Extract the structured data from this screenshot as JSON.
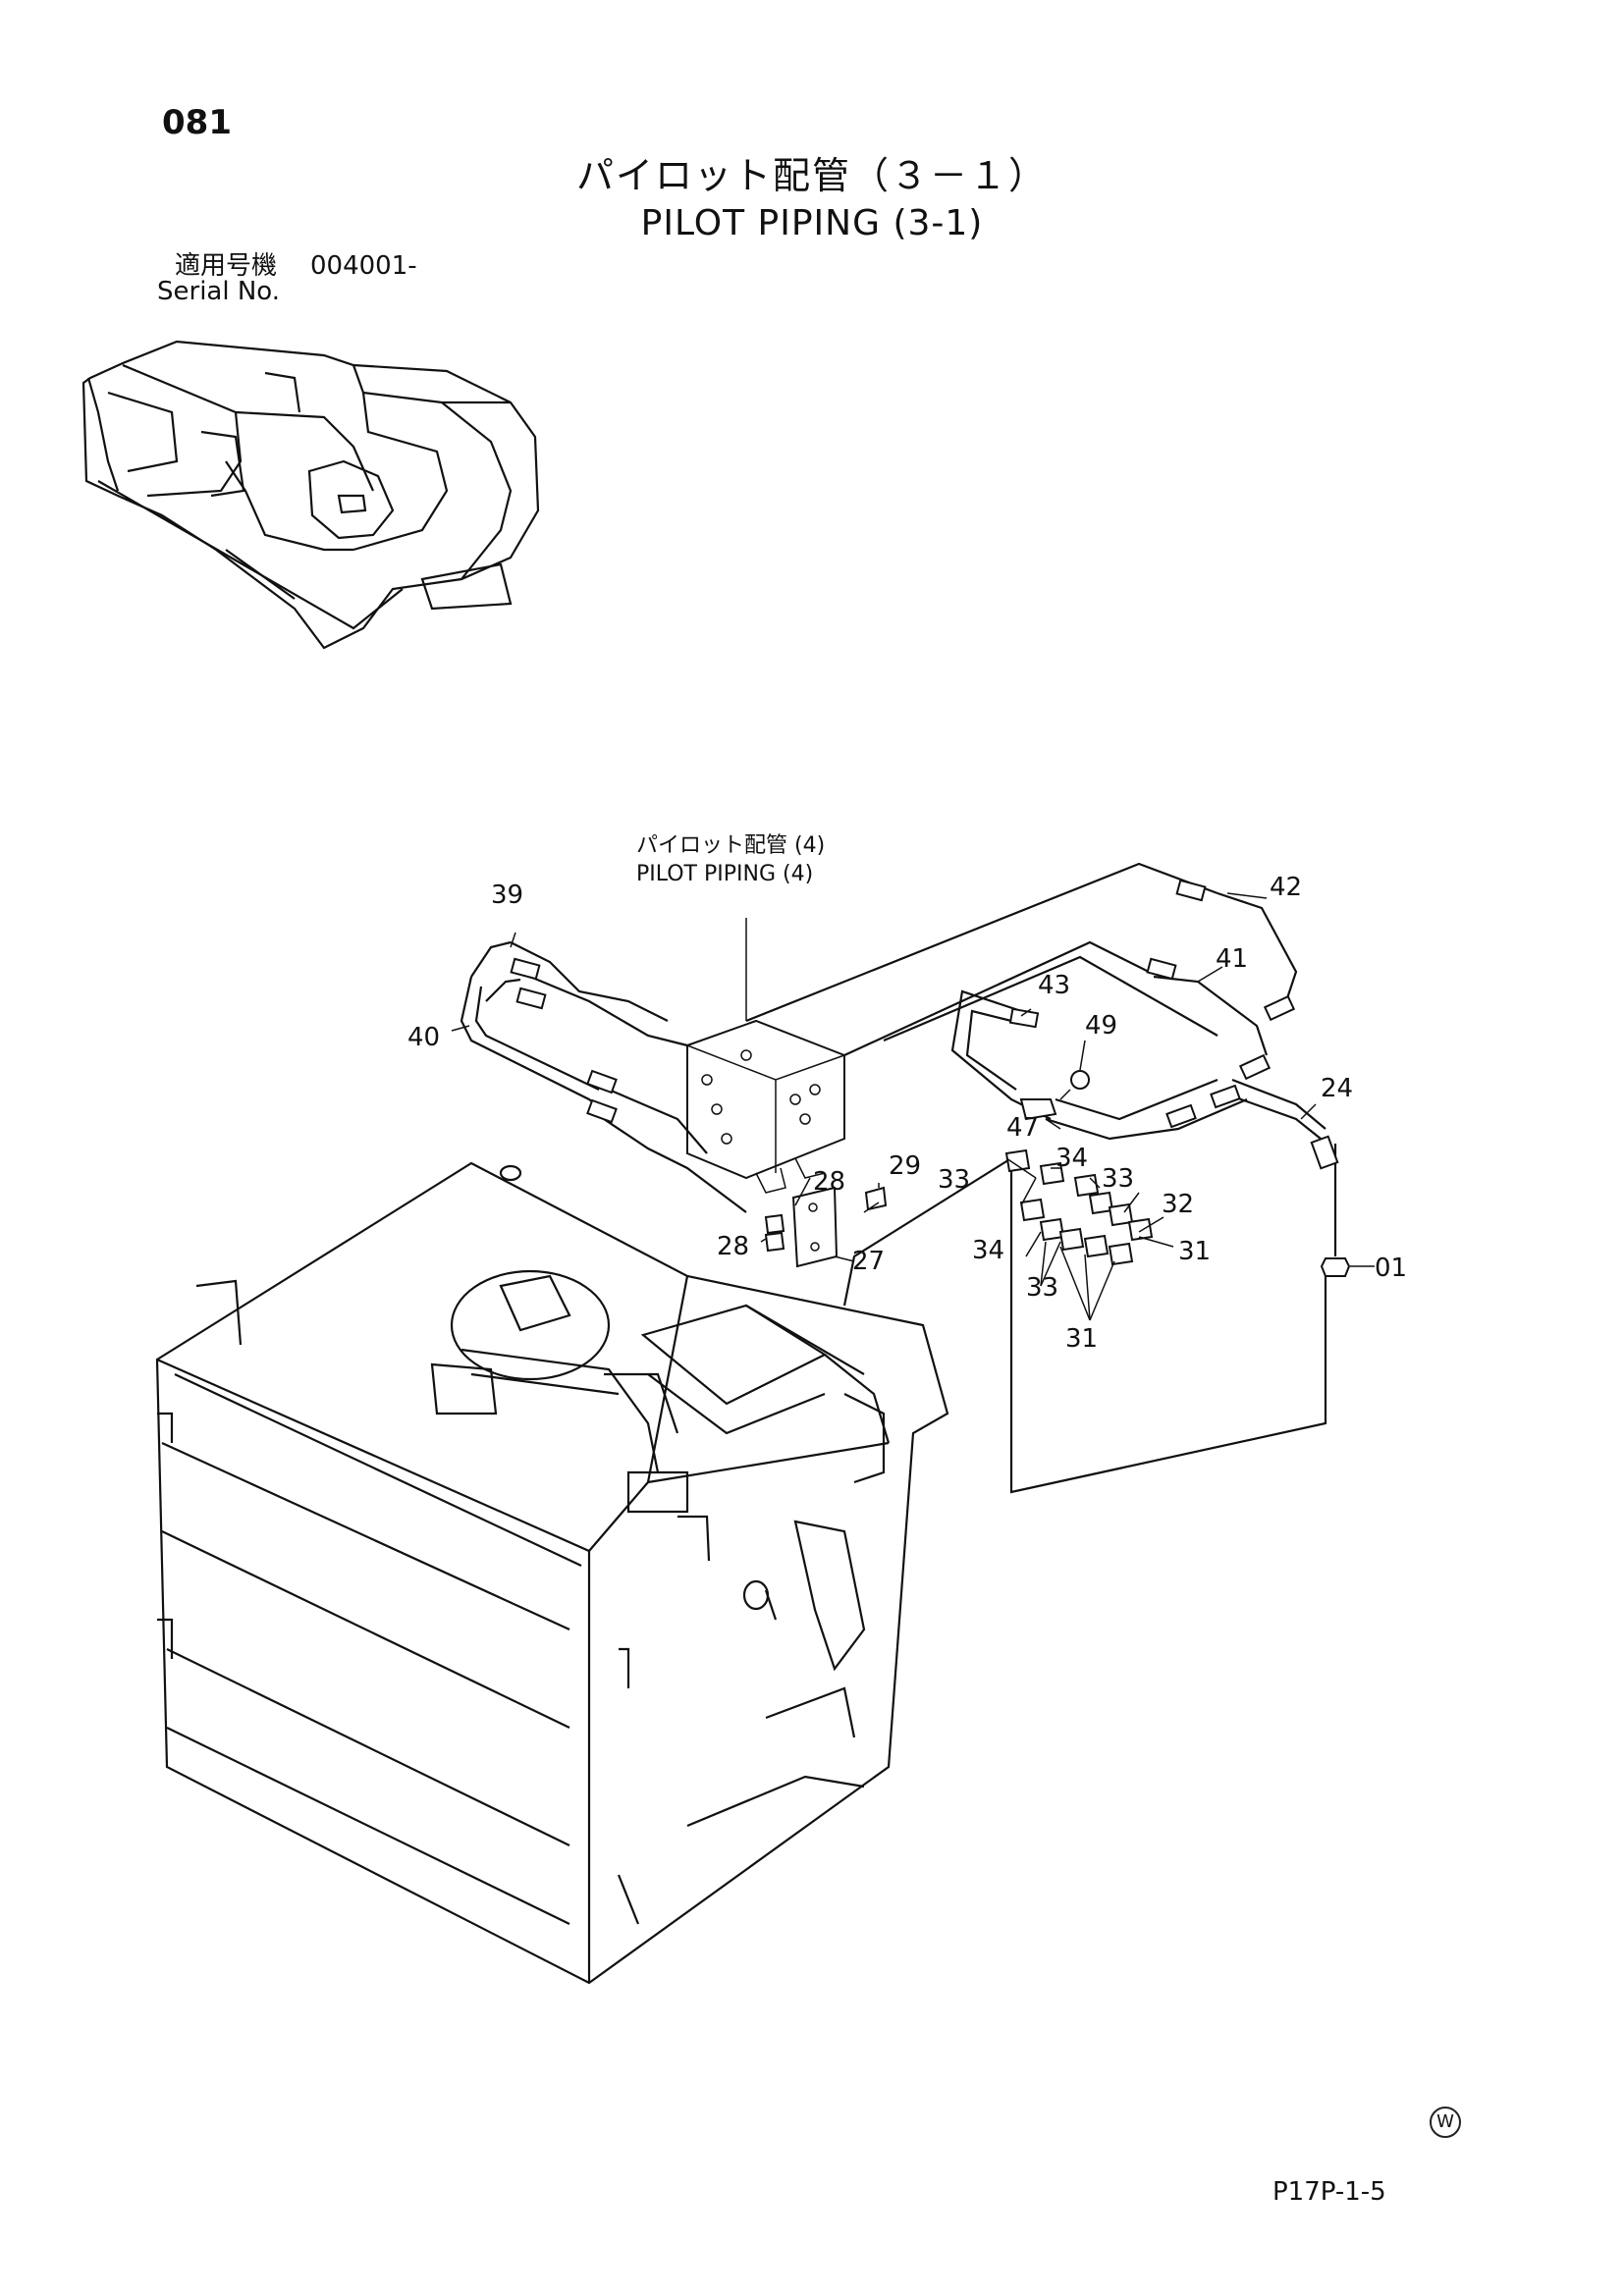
{
  "page_number": "081",
  "title_ja": "パイロット配管（３－１）",
  "title_en": "PILOT PIPING (3-1)",
  "serial": {
    "label_ja": "適用号機",
    "value": "004001-",
    "label_en": "Serial No."
  },
  "reference": {
    "label_ja": "パイロット配管 (4)",
    "label_en": "PILOT PIPING (4)"
  },
  "part_callouts": [
    {
      "id": "c39",
      "text": "39"
    },
    {
      "id": "c40",
      "text": "40"
    },
    {
      "id": "c42",
      "text": "42"
    },
    {
      "id": "c41",
      "text": "41"
    },
    {
      "id": "c43",
      "text": "43"
    },
    {
      "id": "c49",
      "text": "49"
    },
    {
      "id": "c24",
      "text": "24"
    },
    {
      "id": "c47",
      "text": "47"
    },
    {
      "id": "c34a",
      "text": "34"
    },
    {
      "id": "c33a",
      "text": "33"
    },
    {
      "id": "c33b",
      "text": "33"
    },
    {
      "id": "c32",
      "text": "32"
    },
    {
      "id": "c29",
      "text": "29"
    },
    {
      "id": "c28a",
      "text": "28"
    },
    {
      "id": "c28b",
      "text": "28"
    },
    {
      "id": "c27",
      "text": "27"
    },
    {
      "id": "c34b",
      "text": "34"
    },
    {
      "id": "c31a",
      "text": "31"
    },
    {
      "id": "c01",
      "text": "01"
    },
    {
      "id": "c33c",
      "text": "33"
    },
    {
      "id": "c31b",
      "text": "31"
    }
  ],
  "watermark_symbol": "W",
  "footer_code": "P17P-1-5"
}
